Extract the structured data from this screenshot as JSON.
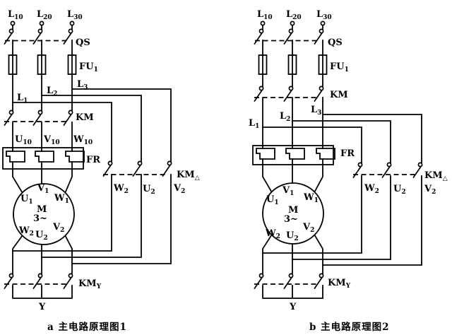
{
  "colors": {
    "ink": "#000000",
    "paper": "#ffffff"
  },
  "diagram_a": {
    "caption": "a 主电路原理图1",
    "supply_terminals": [
      {
        "main": "L",
        "sub": "10"
      },
      {
        "main": "L",
        "sub": "20"
      },
      {
        "main": "L",
        "sub": "30"
      }
    ],
    "disconnect_switch": "QS",
    "fuse": {
      "main": "FU",
      "sub": "1"
    },
    "phase_lines": [
      {
        "main": "L",
        "sub": "1"
      },
      {
        "main": "L",
        "sub": "2"
      },
      {
        "main": "L",
        "sub": "3"
      }
    ],
    "main_contactor": "KM",
    "feeder_wires": [
      {
        "main": "U",
        "sub": "10"
      },
      {
        "main": "V",
        "sub": "10"
      },
      {
        "main": "W",
        "sub": "10"
      }
    ],
    "thermal_relay": "FR",
    "delta_contactor": {
      "main": "KM",
      "sub": "△"
    },
    "delta_wires": [
      {
        "main": "W",
        "sub": "2"
      },
      {
        "main": "U",
        "sub": "2"
      },
      {
        "main": "V",
        "sub": "2"
      }
    ],
    "motor": {
      "name": "M",
      "phase": "3~",
      "top_terminals": [
        {
          "main": "U",
          "sub": "1"
        },
        {
          "main": "V",
          "sub": "1"
        },
        {
          "main": "W",
          "sub": "1"
        }
      ],
      "bottom_terminals": [
        {
          "main": "W",
          "sub": "2"
        },
        {
          "main": "U",
          "sub": "2"
        },
        {
          "main": "V",
          "sub": "2"
        }
      ]
    },
    "star_contactor": {
      "main": "KM",
      "sub": "Y"
    },
    "star_point": "Y"
  },
  "diagram_b": {
    "caption": "b 主电路原理图2",
    "supply_terminals": [
      {
        "main": "L",
        "sub": "10"
      },
      {
        "main": "L",
        "sub": "20"
      },
      {
        "main": "L",
        "sub": "30"
      }
    ],
    "disconnect_switch": "QS",
    "fuse": {
      "main": "FU",
      "sub": "1"
    },
    "phase_lines": [
      {
        "main": "L",
        "sub": "1"
      },
      {
        "main": "L",
        "sub": "2"
      },
      {
        "main": "L",
        "sub": "3"
      }
    ],
    "main_contactor": "KM",
    "thermal_relay": "FR",
    "delta_contactor": {
      "main": "KM",
      "sub": "△"
    },
    "delta_wires": [
      {
        "main": "W",
        "sub": "2"
      },
      {
        "main": "U",
        "sub": "2"
      },
      {
        "main": "V",
        "sub": "2"
      }
    ],
    "motor": {
      "name": "M",
      "phase": "3~",
      "top_terminals": [
        {
          "main": "U",
          "sub": "1"
        },
        {
          "main": "V",
          "sub": "1"
        },
        {
          "main": "W",
          "sub": "1"
        }
      ],
      "bottom_terminals": [
        {
          "main": "W",
          "sub": "2"
        },
        {
          "main": "U",
          "sub": "2"
        },
        {
          "main": "V",
          "sub": "2"
        }
      ]
    },
    "star_contactor": {
      "main": "KM",
      "sub": "Y"
    },
    "star_point": "Y"
  }
}
